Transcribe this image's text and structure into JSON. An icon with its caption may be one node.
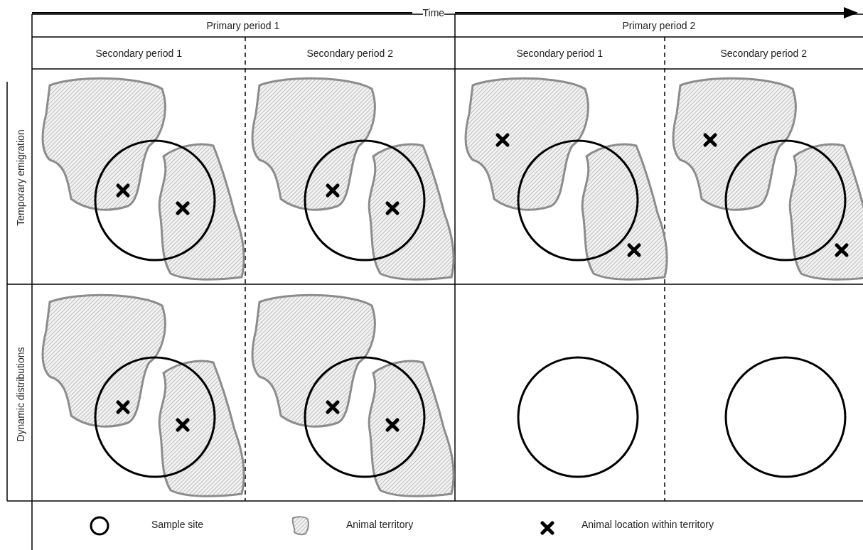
{
  "diagram": {
    "labels": [
      "Time",
      "Primary period 1",
      "Primary period 2",
      "Secondary period 1",
      "Secondary period 2",
      "Secondary period 1",
      "Secondary period 2",
      "Temporary emigration",
      "Dynamic distributions"
    ],
    "legend": [
      {
        "text": "Sample site"
      },
      {
        "text": "Animal territory"
      },
      {
        "text": "Animal location within territory"
      }
    ]
  }
}
